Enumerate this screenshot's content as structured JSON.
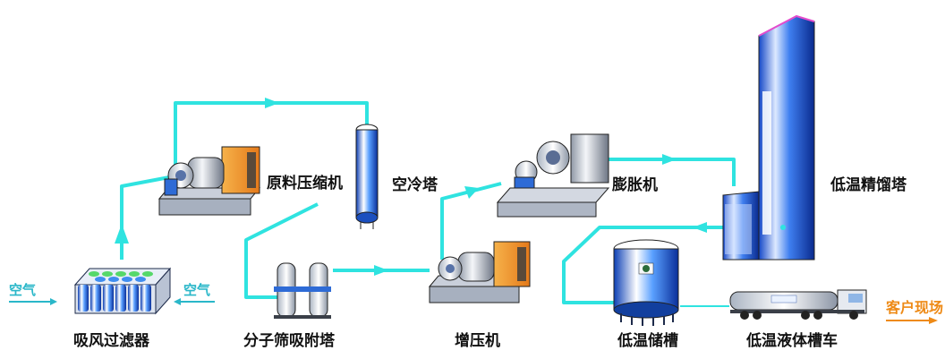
{
  "labels": {
    "inlet_left": "空气",
    "inlet_right": "空气",
    "filter": "吸风过滤器",
    "raw_compressor": "原料压缩机",
    "air_cooling_tower": "空冷塔",
    "molecular_sieve": "分子筛吸附塔",
    "booster": "增压机",
    "expander": "膨胀机",
    "distillation_column": "低温精馏塔",
    "storage_tank": "低温储槽",
    "tanker_truck": "低温液体槽车",
    "customer": "客户现场"
  },
  "colors": {
    "pipe": "#2fe3e0",
    "equipment_blue": "#1e5fd8",
    "arrow_orange": "#ee8a16",
    "side_label": "#2ab7c9"
  }
}
